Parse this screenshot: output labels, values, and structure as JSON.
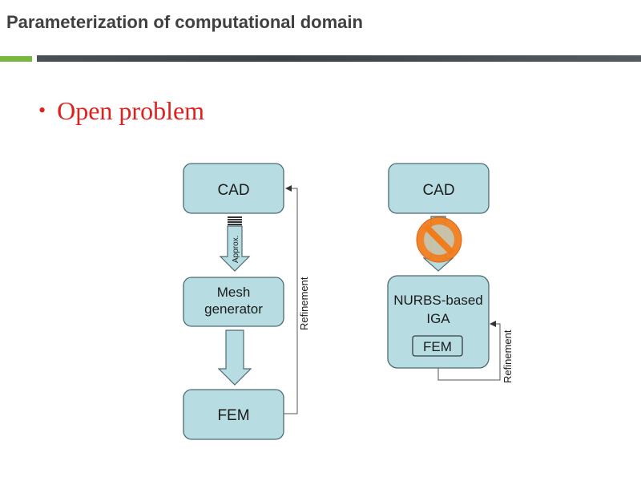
{
  "slide": {
    "title": "Parameterization of computational domain",
    "bullet": "Open problem"
  },
  "left_flow": {
    "cad": "CAD",
    "approx": "Approx.",
    "mesh_line1": "Mesh",
    "mesh_line2": "generator",
    "fem": "FEM",
    "refinement": "Refinement"
  },
  "right_flow": {
    "cad": "CAD",
    "nurbs_line1": "NURBS-based",
    "nurbs_line2": "IGA",
    "fem": "FEM",
    "refinement": "Refinement",
    "prohibited_icon": "no-entry-icon"
  },
  "colors": {
    "title": "#404040",
    "bullet": "#e0201c",
    "accent_green": "#78b83c",
    "box_fill": "#b7dde3",
    "prohibited": "#f07c1c"
  }
}
